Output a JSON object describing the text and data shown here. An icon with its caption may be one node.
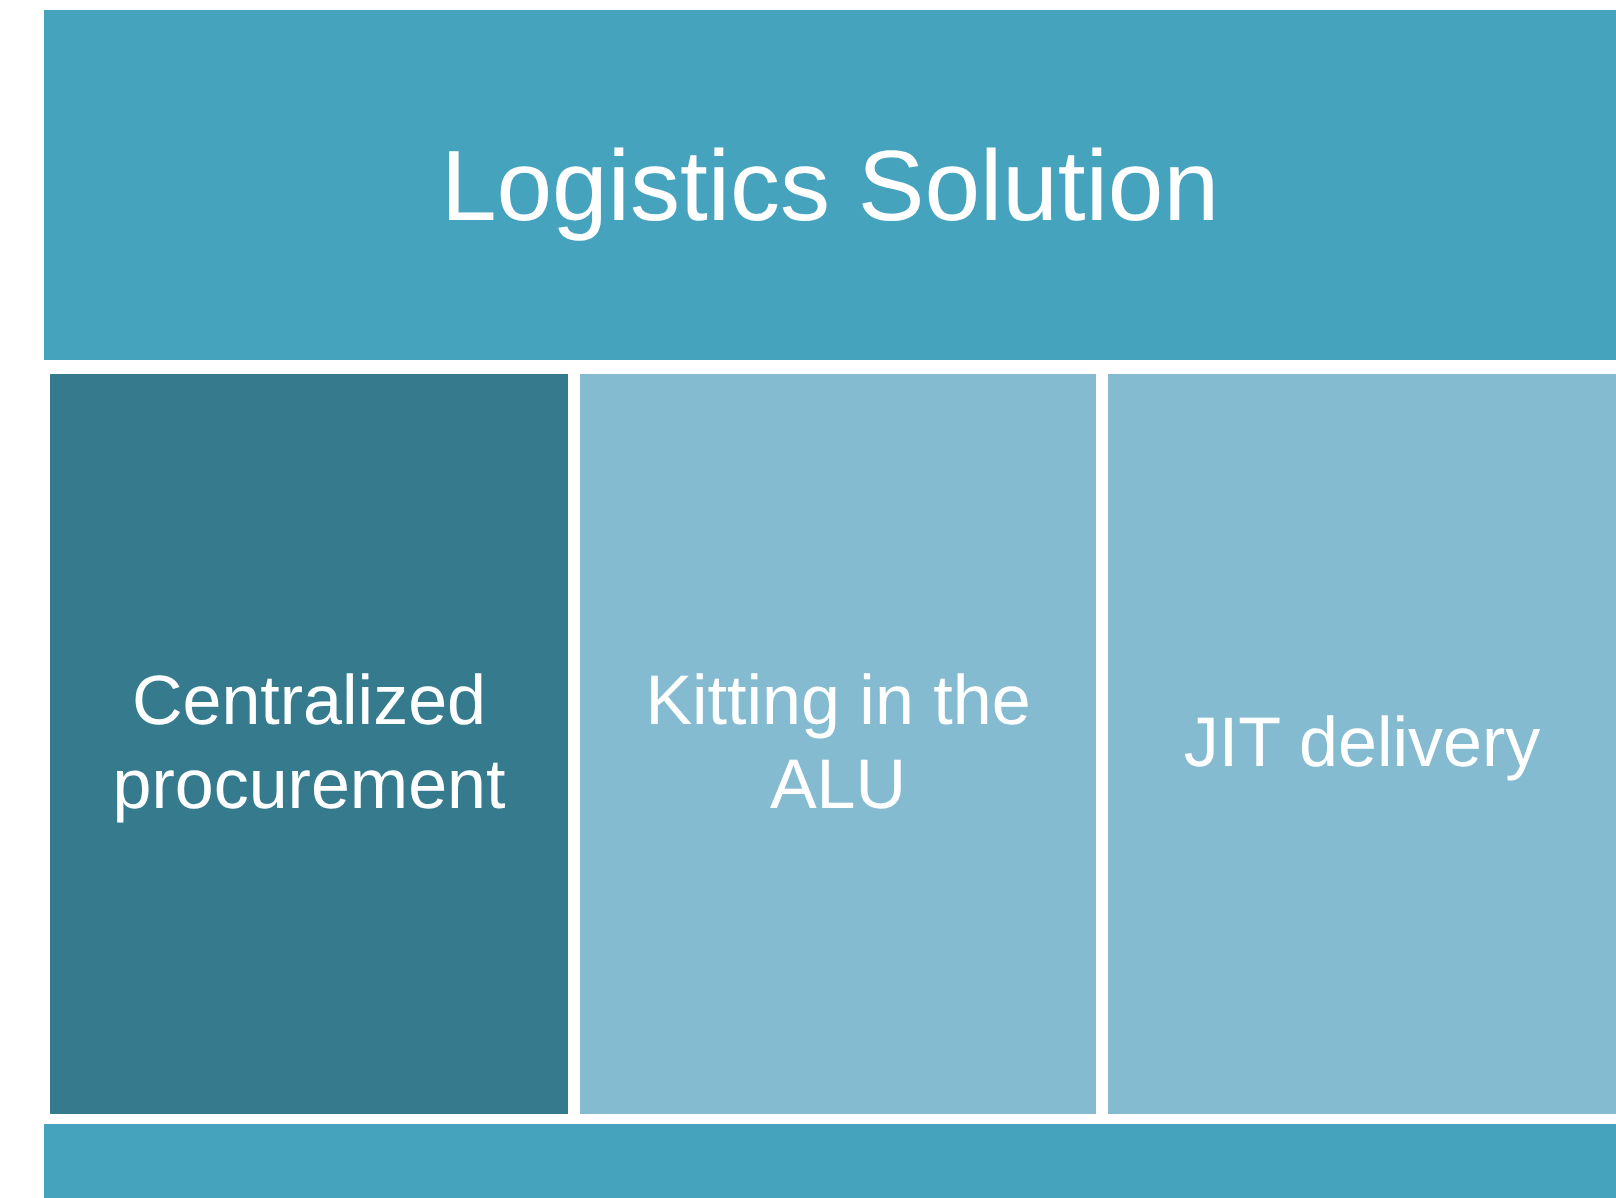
{
  "diagram": {
    "nodes": [
      {
        "text": [
          "Logistics Solution"
        ]
      },
      {
        "text": [
          "Centralized procurement"
        ]
      },
      {
        "text": [
          "Kitting in the ALU"
        ]
      },
      {
        "text": [
          "JIT delivery"
        ]
      },
      {
        "text": [],
        "shape": "bar"
      }
    ]
  }
}
